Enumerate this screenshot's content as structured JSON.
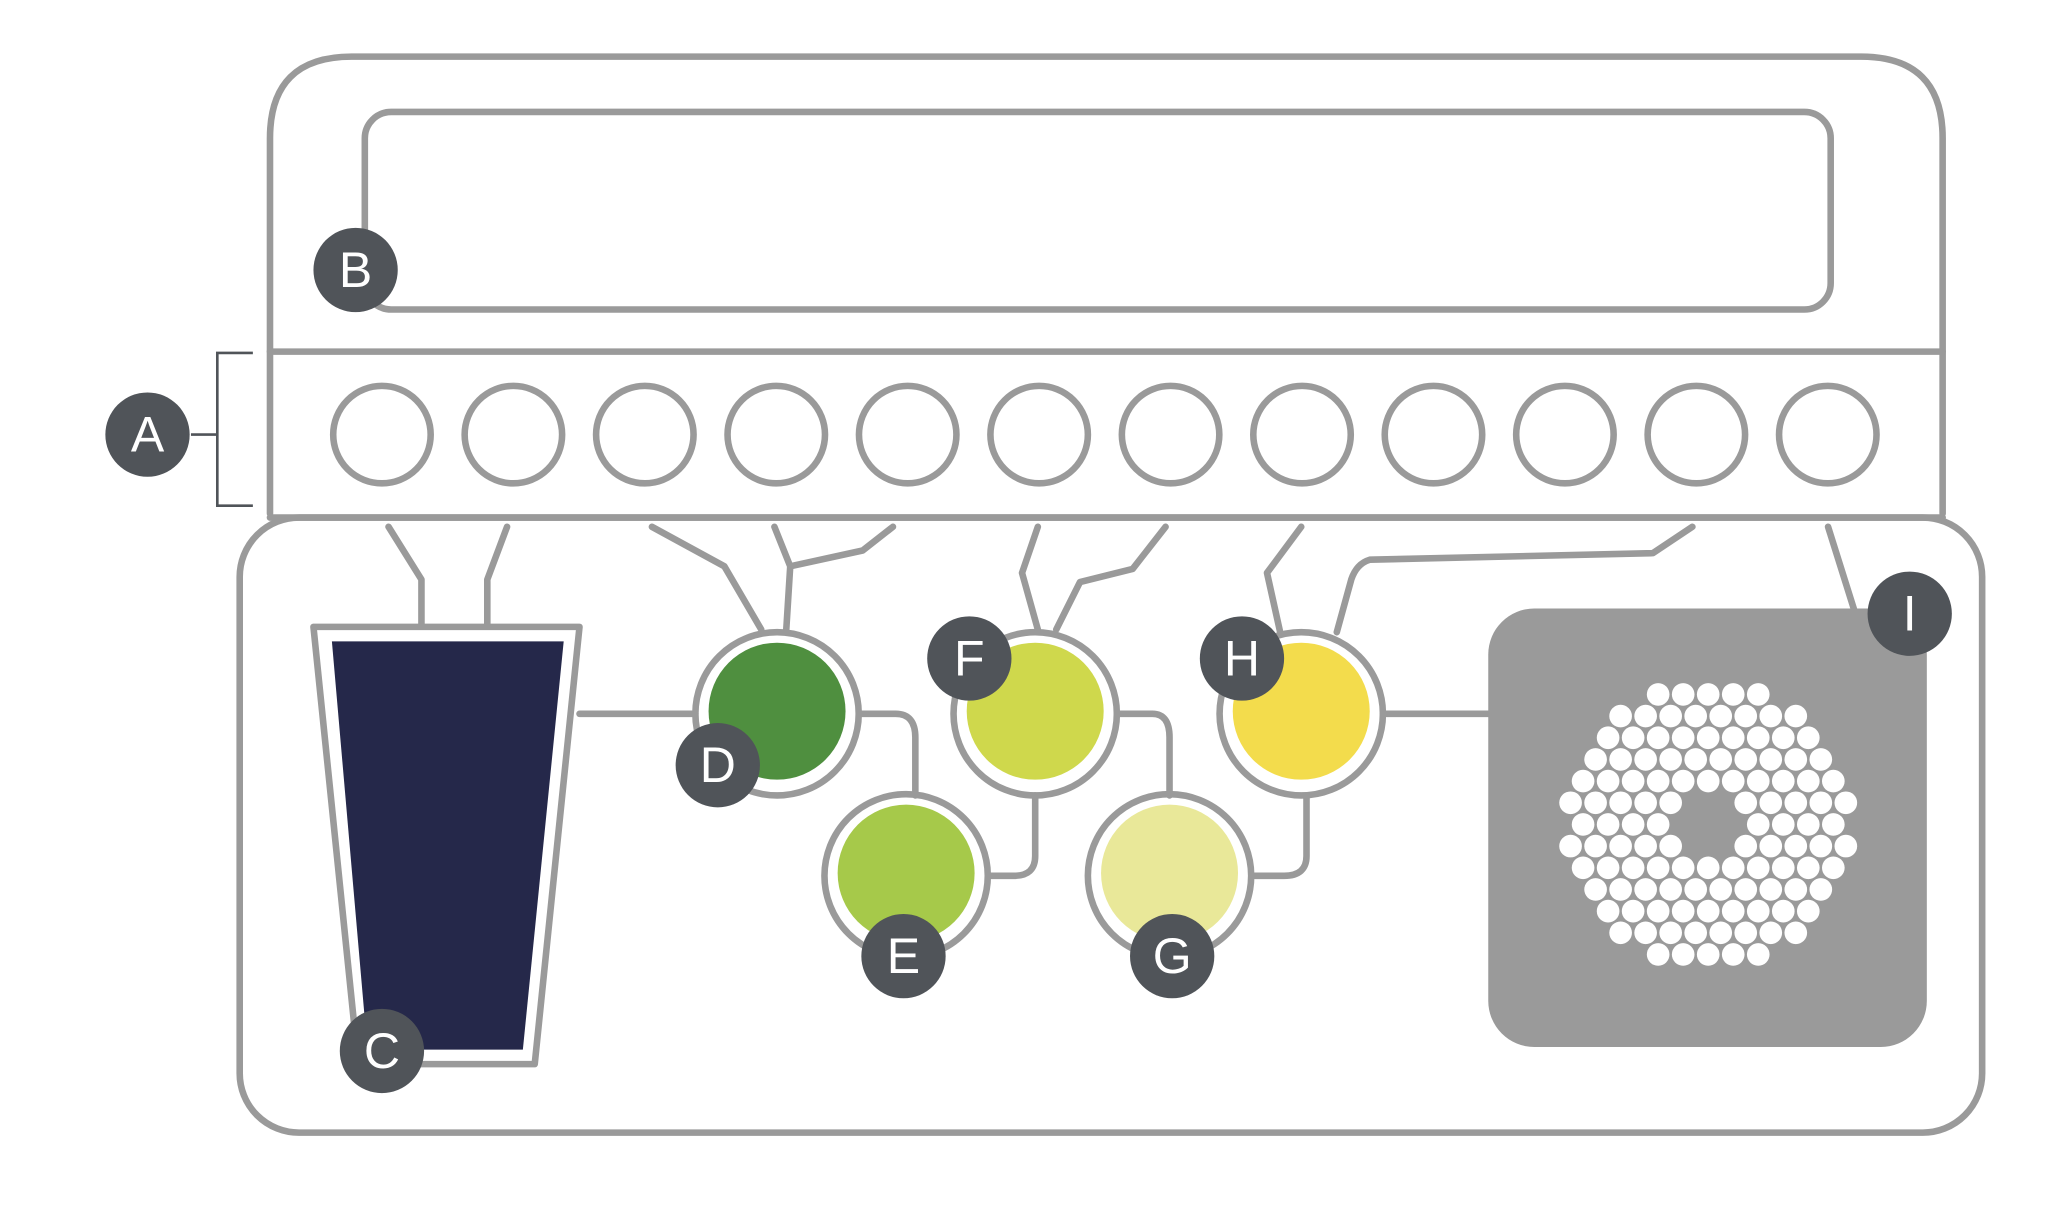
{
  "labels": {
    "A": "A",
    "B": "B",
    "C": "C",
    "D": "D",
    "E": "E",
    "F": "F",
    "G": "G",
    "H": "H",
    "I": "I"
  },
  "colors": {
    "outline": "#9a9a9a",
    "marker": "#505459",
    "cup": "#25284a",
    "D": "#4f8f3f",
    "E": "#a6c94a",
    "F": "#cfd84c",
    "G": "#e9e899",
    "H": "#f3dc4c",
    "panel": "#9a9a9a"
  },
  "port_count": 12
}
